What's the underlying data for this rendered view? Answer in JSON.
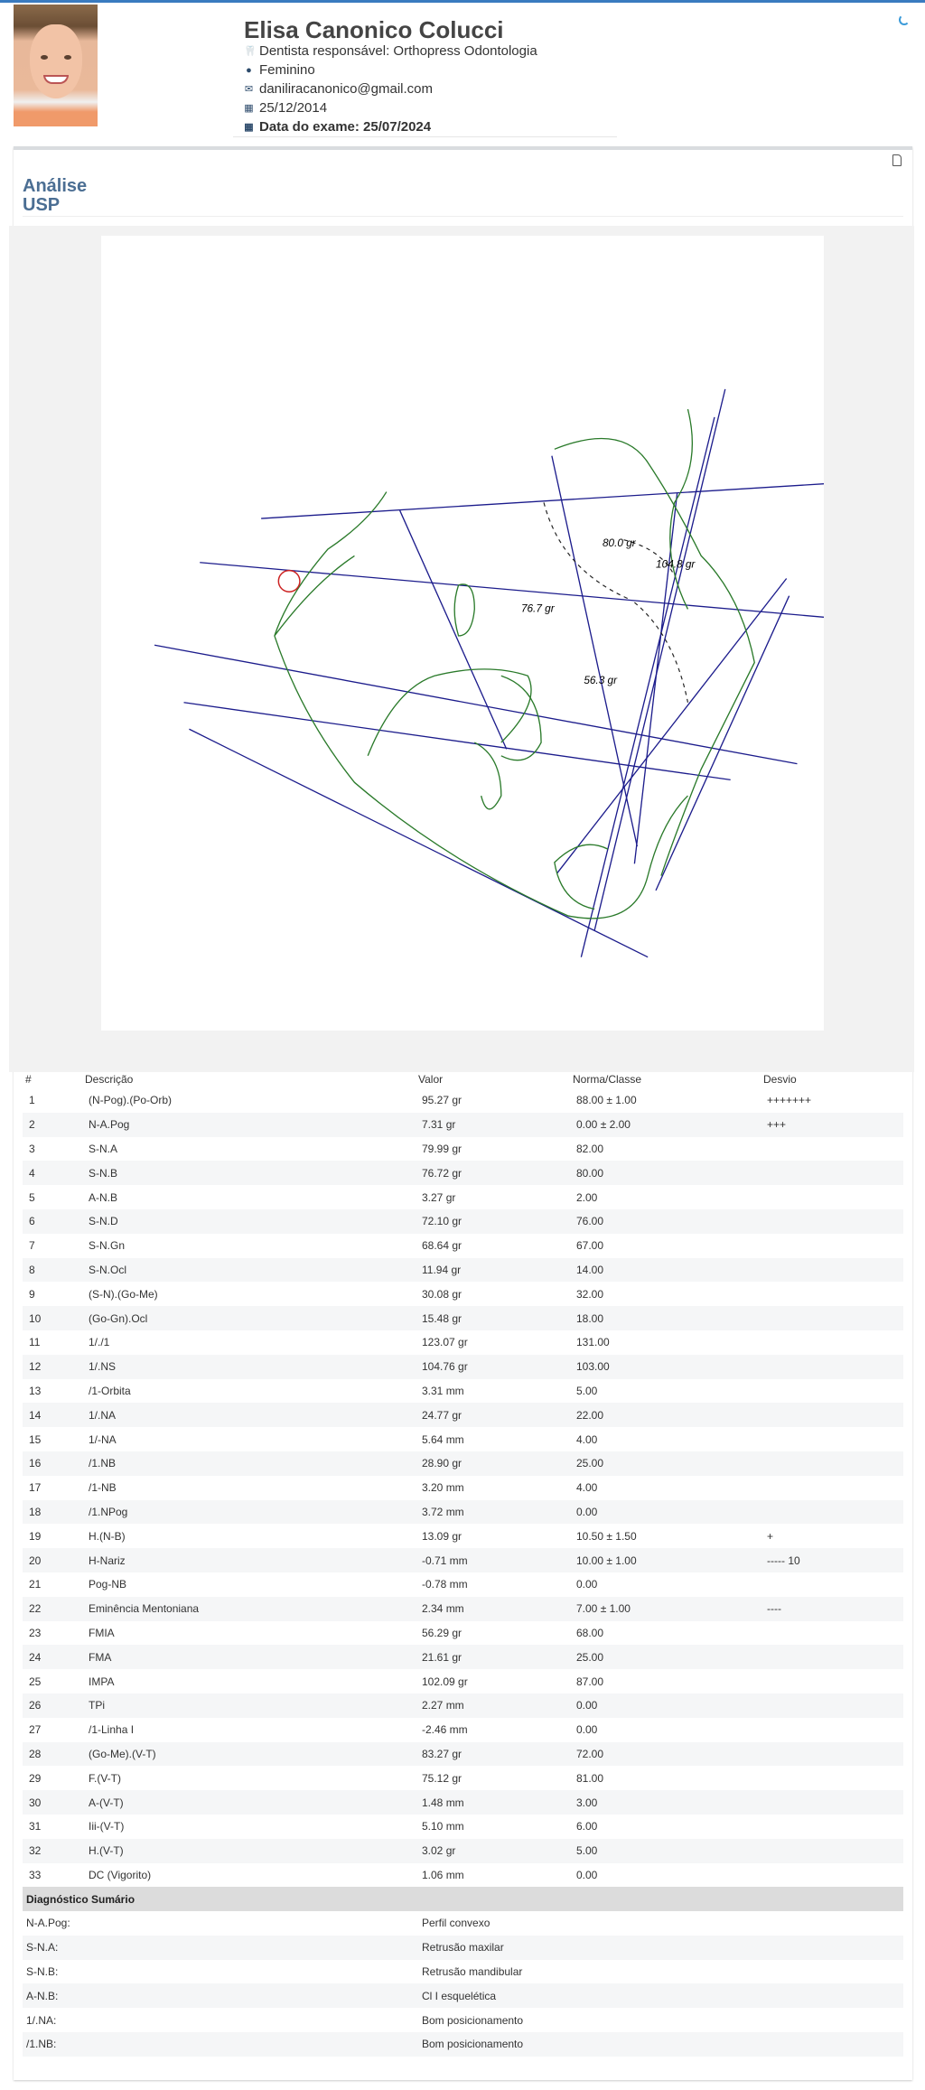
{
  "patient": {
    "name": "Elisa Canonico Colucci",
    "dentist": "Dentista responsável: Orthopress Odontologia",
    "gender": "Feminino",
    "email": "daniliracanonico@gmail.com",
    "birth": "25/12/2014",
    "exam_date": "Data do exame: 25/07/2024"
  },
  "analysis": {
    "title_line1": "Análise",
    "title_line2": "USP"
  },
  "tracing": {
    "labels": [
      "80.0 gr",
      "104.8 gr",
      "76.7 gr",
      "56.3 gr"
    ]
  },
  "table": {
    "headers": [
      "#",
      "Descrição",
      "Valor",
      "Norma/Classe",
      "Desvio"
    ],
    "rows": [
      [
        "1",
        "(N-Pog).(Po-Orb)",
        "95.27 gr",
        "88.00 ± 1.00",
        "+++++++"
      ],
      [
        "2",
        "N-A.Pog",
        "7.31 gr",
        "0.00 ± 2.00",
        "+++"
      ],
      [
        "3",
        "S-N.A",
        "79.99 gr",
        "82.00",
        ""
      ],
      [
        "4",
        "S-N.B",
        "76.72 gr",
        "80.00",
        ""
      ],
      [
        "5",
        "A-N.B",
        "3.27 gr",
        "2.00",
        ""
      ],
      [
        "6",
        "S-N.D",
        "72.10 gr",
        "76.00",
        ""
      ],
      [
        "7",
        "S-N.Gn",
        "68.64 gr",
        "67.00",
        ""
      ],
      [
        "8",
        "S-N.Ocl",
        "11.94 gr",
        "14.00",
        ""
      ],
      [
        "9",
        "(S-N).(Go-Me)",
        "30.08 gr",
        "32.00",
        ""
      ],
      [
        "10",
        "(Go-Gn).Ocl",
        "15.48 gr",
        "18.00",
        ""
      ],
      [
        "11",
        "1/./1",
        "123.07 gr",
        "131.00",
        ""
      ],
      [
        "12",
        "1/.NS",
        "104.76 gr",
        "103.00",
        ""
      ],
      [
        "13",
        "/1-Orbita",
        "3.31 mm",
        "5.00",
        ""
      ],
      [
        "14",
        "1/.NA",
        "24.77 gr",
        "22.00",
        ""
      ],
      [
        "15",
        "1/-NA",
        "5.64 mm",
        "4.00",
        ""
      ],
      [
        "16",
        "/1.NB",
        "28.90 gr",
        "25.00",
        ""
      ],
      [
        "17",
        "/1-NB",
        "3.20 mm",
        "4.00",
        ""
      ],
      [
        "18",
        "/1.NPog",
        "3.72 mm",
        "0.00",
        ""
      ],
      [
        "19",
        "H.(N-B)",
        "13.09 gr",
        "10.50 ± 1.50",
        "+"
      ],
      [
        "20",
        "H-Nariz",
        "-0.71 mm",
        "10.00 ± 1.00",
        "----- 10"
      ],
      [
        "21",
        "Pog-NB",
        "-0.78 mm",
        "0.00",
        ""
      ],
      [
        "22",
        "Eminência Mentoniana",
        "2.34 mm",
        "7.00 ± 1.00",
        "----"
      ],
      [
        "23",
        "FMIA",
        "56.29 gr",
        "68.00",
        ""
      ],
      [
        "24",
        "FMA",
        "21.61 gr",
        "25.00",
        ""
      ],
      [
        "25",
        "IMPA",
        "102.09 gr",
        "87.00",
        ""
      ],
      [
        "26",
        "TPi",
        "2.27 mm",
        "0.00",
        ""
      ],
      [
        "27",
        "/1-Linha I",
        "-2.46 mm",
        "0.00",
        ""
      ],
      [
        "28",
        "(Go-Me).(V-T)",
        "83.27 gr",
        "72.00",
        ""
      ],
      [
        "29",
        "F.(V-T)",
        "75.12 gr",
        "81.00",
        ""
      ],
      [
        "30",
        "A-(V-T)",
        "1.48 mm",
        "3.00",
        ""
      ],
      [
        "31",
        "Iii-(V-T)",
        "5.10 mm",
        "6.00",
        ""
      ],
      [
        "32",
        "H.(V-T)",
        "3.02 gr",
        "5.00",
        ""
      ],
      [
        "33",
        "DC (Vigorito)",
        "1.06 mm",
        "0.00",
        ""
      ]
    ],
    "summary_title": "Diagnóstico Sumário",
    "summary": [
      [
        "N-A.Pog:",
        "Perfil convexo"
      ],
      [
        "S-N.A:",
        "Retrusão maxilar"
      ],
      [
        "S-N.B:",
        "Retrusão mandibular"
      ],
      [
        "A-N.B:",
        "Cl I esquelética"
      ],
      [
        "1/.NA:",
        "Bom posicionamento"
      ],
      [
        "/1.NB:",
        "Bom posicionamento"
      ]
    ]
  }
}
